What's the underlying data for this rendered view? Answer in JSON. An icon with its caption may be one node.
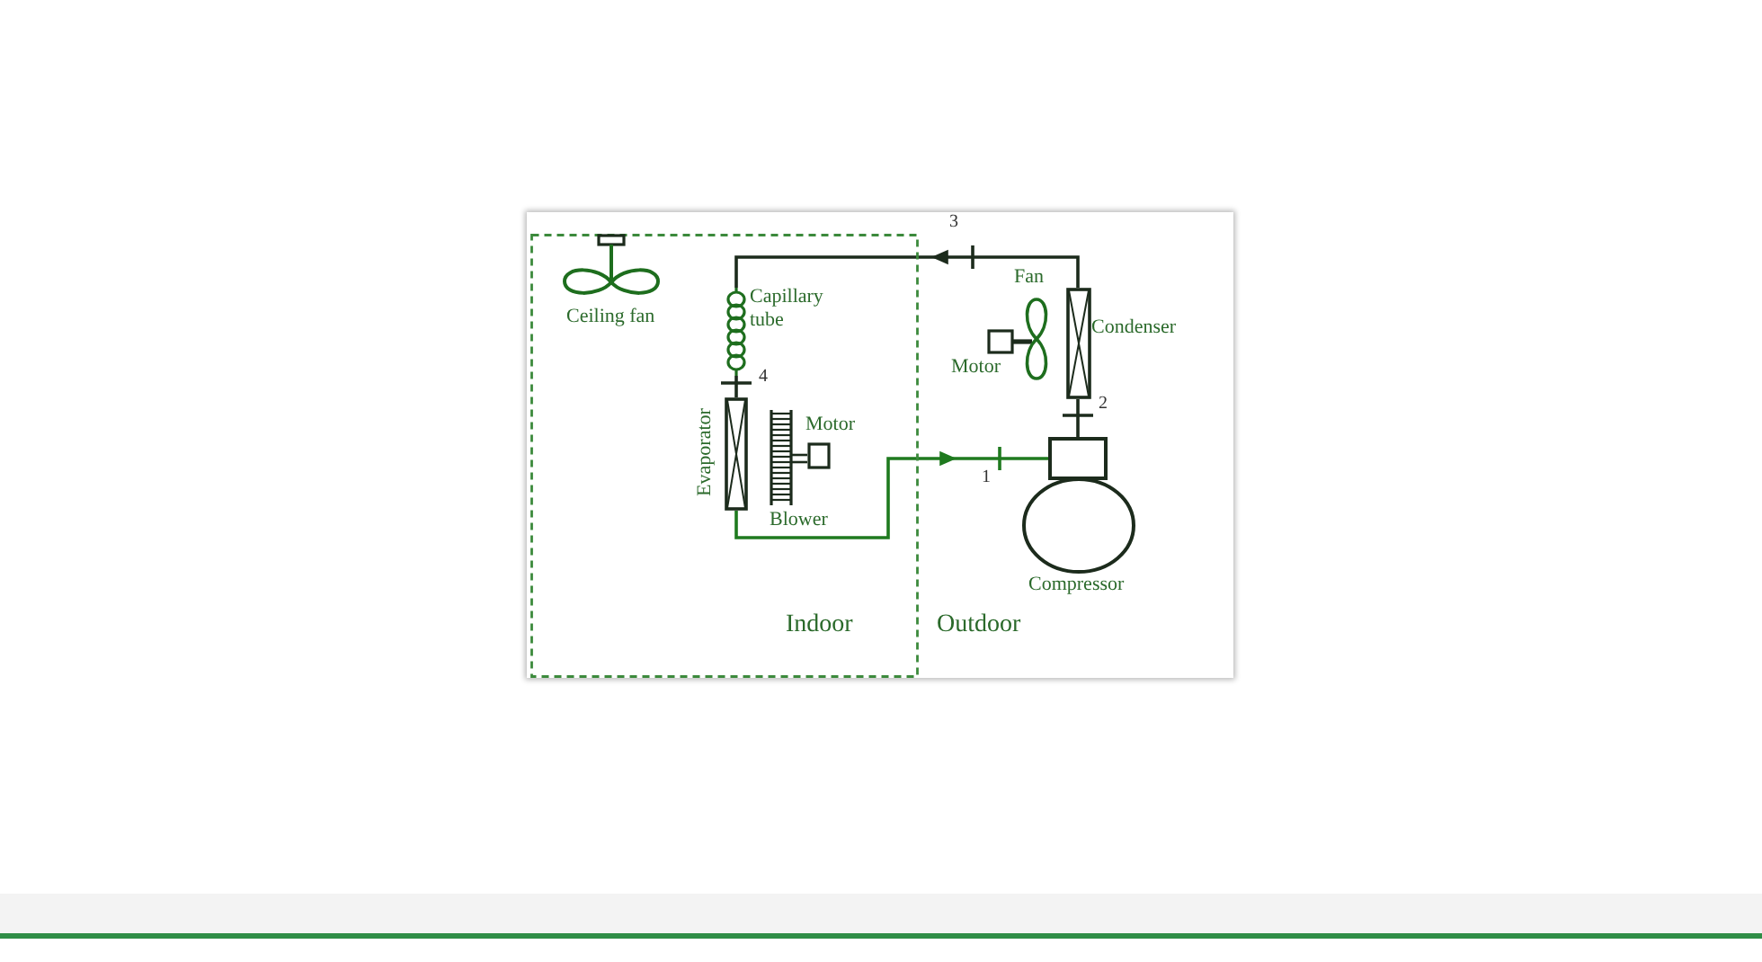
{
  "diagram": {
    "nodes": [
      {
        "text": [
          "Indoor"
        ]
      },
      {
        "text": [],
        "shape": "coil",
        "beside": [
          "Capillary tube"
        ],
        "in": 0
      },
      {
        "text": [],
        "shape": "box",
        "beside": [
          "Evaporator"
        ],
        "in": 0
      },
      {
        "text": [],
        "shape": "box",
        "beside": [
          "Condenser"
        ]
      },
      {
        "text": [],
        "shape": "circle",
        "beside": [
          "Compressor"
        ]
      }
    ],
    "edges": [
      {
        "from": 2,
        "to": 4,
        "arrow": "to",
        "label": "1",
        "color": "#1f7a1f"
      },
      {
        "from": 4,
        "to": 3,
        "arrow": "none",
        "label": "2"
      },
      {
        "from": 3,
        "to": 1,
        "arrow": "to",
        "label": "3"
      },
      {
        "from": 1,
        "to": 2,
        "arrow": "none",
        "label": "4"
      }
    ],
    "labels": [
      "Ceiling fan",
      "Fan",
      "Motor",
      "Motor",
      "Blower",
      "Outdoor"
    ]
  }
}
